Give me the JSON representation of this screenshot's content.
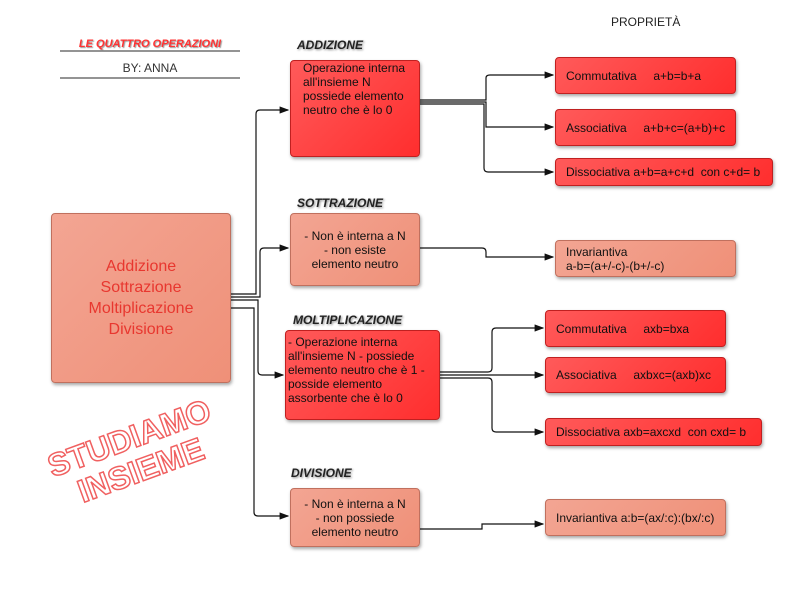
{
  "title": "LE QUATTRO OPERAZIONI",
  "author": "BY: ANNA",
  "header_right": "PROPRIETÀ",
  "center": {
    "lines": [
      "Addizione",
      "Sottrazione",
      "Moltiplicazione",
      "Divisione"
    ]
  },
  "stamp": {
    "line1": "STUDIAMO",
    "line2": "INSIEME"
  },
  "operations": [
    {
      "name": "ADDIZIONE",
      "text": "Operazione interna all'insieme N possiede elemento neutro che è lo  0",
      "props": [
        "Commutativa     a+b=b+a",
        "Associativa     a+b+c=(a+b)+c",
        "Dissociativa a+b=a+c+d  con c+d= b"
      ]
    },
    {
      "name": "SOTTRAZIONE",
      "text": "- Non è interna a N\n- non esiste\nelemento neutro",
      "props": [
        "Invariantiva\na-b=(a+/-c)-(b+/-c)"
      ]
    },
    {
      "name": "MOLTIPLICAZIONE",
      "text": "- Operazione interna all'insieme N - possiede elemento neutro che è 1 -posside elemento assorbente che è lo 0",
      "props": [
        "Commutativa     axb=bxa",
        "Associativa     axbxc=(axb)xc",
        "Dissociativa axb=axcxd  con cxd= b"
      ]
    },
    {
      "name": "DIVISIONE",
      "text": "- Non è interna a N\n- non possiede\nelemento neutro",
      "props": [
        "Invariantiva a:b=(ax/:c):(bx/:c)"
      ]
    }
  ],
  "colors": {
    "red": "#ff3b3b",
    "salmon": "#f29a85",
    "title_red": "#ff3333"
  }
}
